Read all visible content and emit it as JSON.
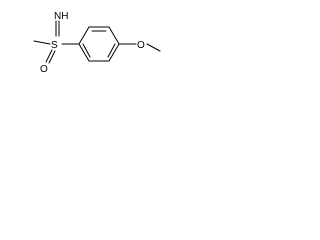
{
  "molecule": {
    "atoms": {
      "imine_label": "NH",
      "sulfur_label": "S",
      "sulfonyl_oxygen_label": "O",
      "ether_oxygen_label": "O"
    },
    "colors": {
      "ink": "#000000",
      "background": "#ffffff"
    }
  }
}
